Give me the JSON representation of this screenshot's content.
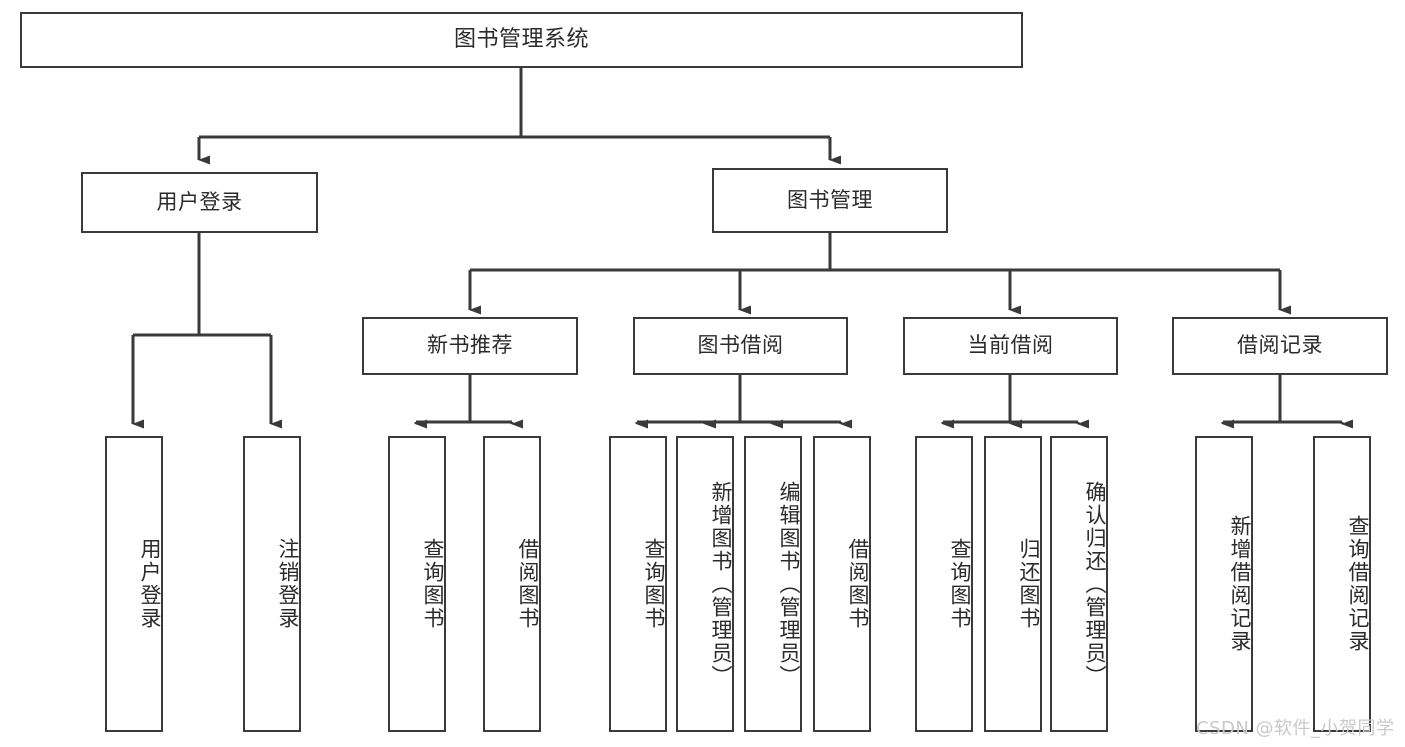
{
  "diagram": {
    "title": "图书管理系统",
    "type": "功能结构图",
    "root": {
      "id": "root",
      "label": "图书管理系统"
    },
    "level2": [
      {
        "id": "user-login",
        "label": "用户登录"
      },
      {
        "id": "book-manage",
        "label": "图书管理"
      }
    ],
    "level3": [
      {
        "id": "new-book-recommend",
        "label": "新书推荐",
        "parent": "book-manage"
      },
      {
        "id": "book-borrow",
        "label": "图书借阅",
        "parent": "book-manage"
      },
      {
        "id": "current-borrow",
        "label": "当前借阅",
        "parent": "book-manage"
      },
      {
        "id": "borrow-record",
        "label": "借阅记录",
        "parent": "book-manage"
      }
    ],
    "leaves": [
      {
        "id": "leaf-user-login",
        "label": "用户登录",
        "parent": "user-login"
      },
      {
        "id": "leaf-user-logout",
        "label": "注销登录",
        "parent": "user-login"
      },
      {
        "id": "leaf-query-book-1",
        "label": "查询图书",
        "parent": "new-book-recommend"
      },
      {
        "id": "leaf-borrow-book-1",
        "label": "借阅图书",
        "parent": "new-book-recommend"
      },
      {
        "id": "leaf-query-book-2",
        "label": "查询图书",
        "parent": "book-borrow"
      },
      {
        "id": "leaf-add-book",
        "label": "新增图书（管理员）",
        "parent": "book-borrow"
      },
      {
        "id": "leaf-edit-book",
        "label": "编辑图书（管理员）",
        "parent": "book-borrow"
      },
      {
        "id": "leaf-borrow-book-2",
        "label": "借阅图书",
        "parent": "book-borrow"
      },
      {
        "id": "leaf-query-book-3",
        "label": "查询图书",
        "parent": "current-borrow"
      },
      {
        "id": "leaf-return-book",
        "label": "归还图书",
        "parent": "current-borrow"
      },
      {
        "id": "leaf-confirm-return",
        "label": "确认归还（管理员）",
        "parent": "current-borrow"
      },
      {
        "id": "leaf-add-record",
        "label": "新增借阅记录",
        "parent": "borrow-record"
      },
      {
        "id": "leaf-query-record",
        "label": "查询借阅记录",
        "parent": "borrow-record"
      }
    ],
    "watermark": "CSDN @软件_小贺同学",
    "colors": {
      "stroke": "#3a3a3a",
      "background": "#ffffff",
      "text": "#2b2b2b",
      "watermark": "#c9c9c9"
    }
  }
}
